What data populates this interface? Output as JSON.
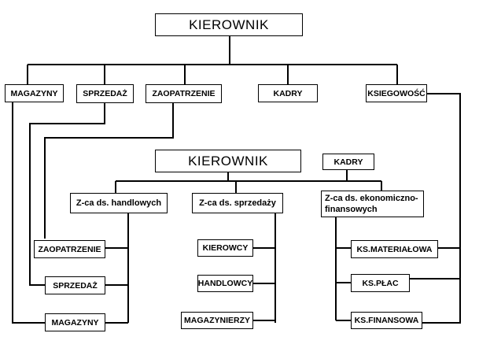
{
  "top": {
    "head": "KIEROWNIK",
    "departments": [
      "MAGAZYNY",
      "SPRZEDAŻ",
      "ZAOPATRZENIE",
      "KADRY",
      "KSIEGOWOŚĆ"
    ]
  },
  "bottom": {
    "head": "KIEROWNIK",
    "kadry": "KADRY",
    "deputies": {
      "handlowy": "Z-ca ds. handlowych",
      "sprzedaz": "Z-ca ds. sprzedaży",
      "ekonomiczny": "Z-ca ds. ekonomiczno-finansowych"
    },
    "handlowe_units": [
      "ZAOPATRZENIE",
      "SPRZEDAŻ",
      "MAGAZYNY"
    ],
    "sprzedaz_units": [
      "KIEROWCY",
      "HANDLOWCY",
      "MAGAZYNIERZY"
    ],
    "finanse_units": [
      "KS.MATERIAŁOWA",
      "KS.PŁAC",
      "KS.FINANSOWA"
    ]
  },
  "colors": {
    "line": "#000000",
    "box_border": "#000000",
    "background": "#ffffff"
  }
}
